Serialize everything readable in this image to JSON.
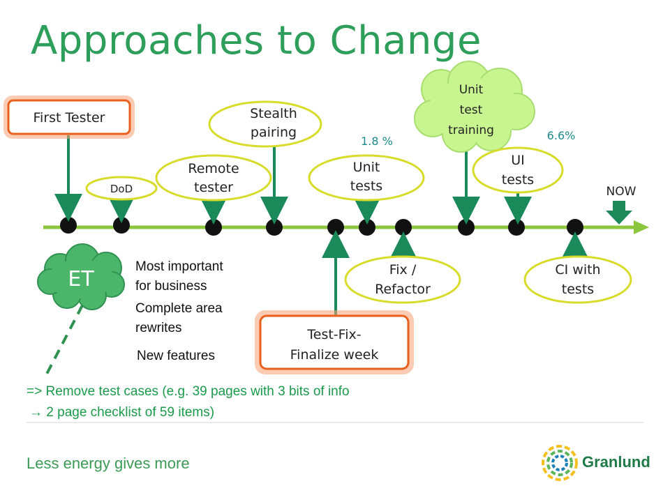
{
  "title": "Approaches to Change",
  "labels": {
    "first_tester": "First Tester",
    "dod": "DoD",
    "remote_1": "Remote",
    "remote_2": "tester",
    "stealth_1": "Stealth",
    "stealth_2": "pairing",
    "unit_tests_1": "Unit",
    "unit_tests_2": "tests",
    "training_1": "Unit",
    "training_2": "test",
    "training_3": "training",
    "ui_1": "UI",
    "ui_2": "tests",
    "now": "NOW",
    "fix_1": "Fix /",
    "fix_2": "Refactor",
    "ci_1": "CI with",
    "ci_2": "tests",
    "tfw_1": "Test-Fix-",
    "tfw_2": "Finalize week",
    "et": "ET"
  },
  "percentages": {
    "unit_tests": "1.8 %",
    "ui_tests": "6.6%"
  },
  "notes": {
    "n1_1": "Most important",
    "n1_2": "for business",
    "n2_1": "Complete area",
    "n2_2": "rewrites",
    "n3": "New features"
  },
  "bottom": {
    "line1": "=> Remove test cases (e.g. 39 pages with 3 bits of info",
    "line2": "→ 2 page checklist of 59 items)"
  },
  "footer": {
    "tagline": "Less energy gives more",
    "brand": "Granlund"
  },
  "colors": {
    "title": "#2e9e5b",
    "timeline": "#8cc63f",
    "arrow": "#1a8a5a",
    "highlight": "#e8601c",
    "bubble": "#d7dc2a",
    "cloud_green": "#3cb371",
    "cloud_yellow": "#b9f07a"
  }
}
